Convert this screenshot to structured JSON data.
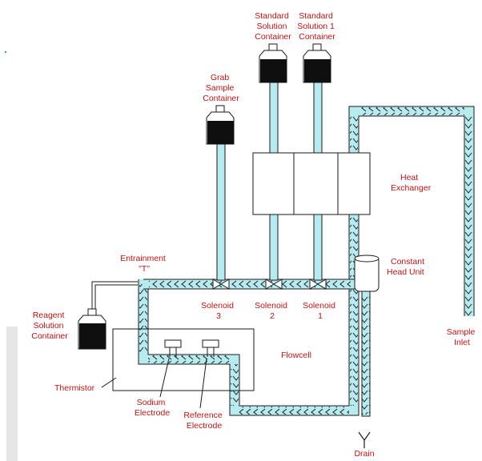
{
  "colors": {
    "pipe_fill": "#b7ebf0",
    "pipe_edge": "#1a1a1a",
    "liquid": "#0f0f0f",
    "label": "#b81414",
    "sidebar": "#e6e6e6"
  },
  "labels": {
    "standard_solution": [
      "Standard",
      "Solution",
      "Container"
    ],
    "standard_solution_1": [
      "Standard",
      "Solution 1",
      "Container"
    ],
    "grab_sample": [
      "Grab",
      "Sample",
      "Container"
    ],
    "heat_exchanger": [
      "Heat",
      "Exchanger"
    ],
    "entrainment": [
      "Entrainment",
      "\"T\""
    ],
    "constant_head": [
      "Constant",
      "Head Unit"
    ],
    "reagent": [
      "Reagent",
      "Solution",
      "Container"
    ],
    "solenoid_3": [
      "Solenoid",
      "3"
    ],
    "solenoid_2": [
      "Solenoid",
      "2"
    ],
    "solenoid_1": [
      "Solenoid",
      "1"
    ],
    "flowcell": "Flowcell",
    "thermistor": "Thermistor",
    "sodium_electrode": [
      "Sodium",
      "Electrode"
    ],
    "reference_electrode": [
      "Reference",
      "Electrode"
    ],
    "sample_inlet": [
      "Sample",
      "Inlet"
    ],
    "drain": "Drain"
  }
}
